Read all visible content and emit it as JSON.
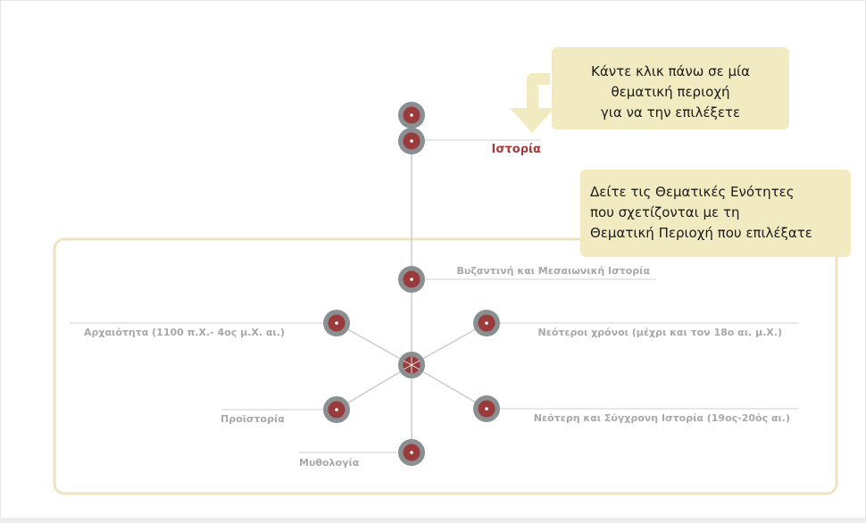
{
  "instructions": {
    "click_hint": [
      "Κάντε κλικ πάνω σε μία",
      "θεματική περιοχή",
      "για να την επιλέξετε"
    ],
    "related_hint": [
      "Δείτε τις Θεματικές Ενότητες",
      "που σχετίζονται με τη",
      "Θεματική Περιοχή που επιλέξατε"
    ]
  },
  "selected_area": {
    "label": "Ιστορία"
  },
  "units": [
    {
      "id": "byzantine",
      "label": "Βυζαντινή και Μεσαιωνική Ιστορία"
    },
    {
      "id": "antiquity",
      "label": "Αρχαιότητα (1100 π.Χ.- 4ος μ.Χ. αι.)"
    },
    {
      "id": "modern",
      "label": "Νεότεροι χρόνοι (μέχρι και τον 18ο αι. μ.Χ.)"
    },
    {
      "id": "prehistory",
      "label": "Προϊστορία"
    },
    {
      "id": "contemporary",
      "label": "Νεότερη και Σύγχρονη Ιστορία (19ος-20ός αι.)"
    },
    {
      "id": "mythology",
      "label": "Μυθολογία"
    }
  ],
  "colors": {
    "node_ring": "#8a8f92",
    "node_core": "#9a3b3b",
    "selected_label": "#a63a3a",
    "unit_label": "#a8a8a8",
    "tooltip_bg": "#f2ebc2",
    "panel_border": "#ece5bf",
    "connector": "#cccccc"
  }
}
